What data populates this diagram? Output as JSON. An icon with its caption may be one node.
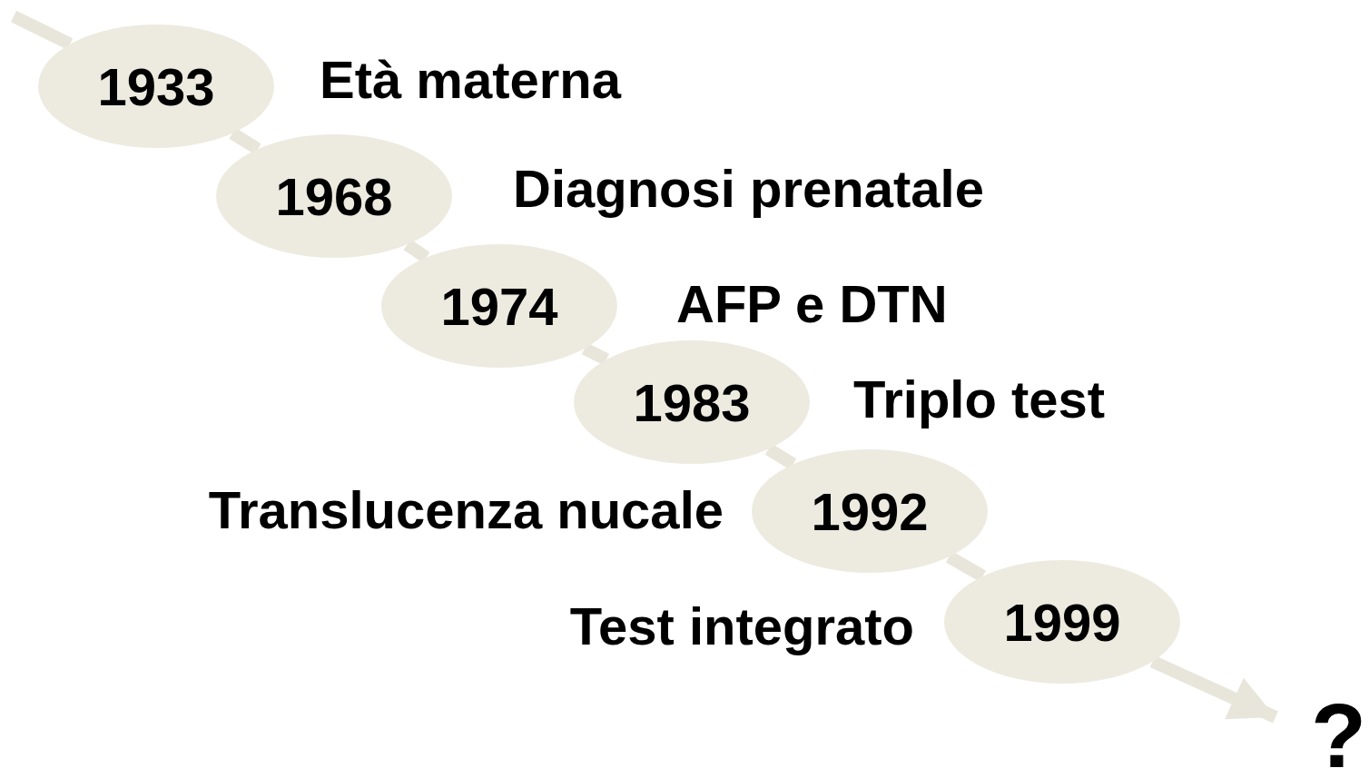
{
  "diagram": {
    "nodes": [
      {
        "text": [
          "1933"
        ]
      },
      {
        "text": [
          "1968"
        ]
      },
      {
        "text": [
          "1974"
        ]
      },
      {
        "text": [
          "1983"
        ]
      },
      {
        "text": [
          "1992"
        ]
      },
      {
        "text": [
          "1999"
        ]
      },
      {
        "text": [
          "?"
        ]
      }
    ],
    "edges": [
      {
        "from": null,
        "to": 0,
        "arrow": "none"
      },
      {
        "from": 0,
        "to": 1,
        "arrow": "none"
      },
      {
        "from": 1,
        "to": 2,
        "arrow": "none"
      },
      {
        "from": 2,
        "to": 3,
        "arrow": "none"
      },
      {
        "from": 3,
        "to": 4,
        "arrow": "none"
      },
      {
        "from": 4,
        "to": 5,
        "arrow": "none"
      },
      {
        "from": 5,
        "to": 6,
        "arrow": "to"
      }
    ],
    "labels": [
      "Età materna",
      "Diagnosi prenatale",
      "AFP e DTN",
      "Triplo test",
      "Translucenza nucale",
      "Test integrato"
    ]
  }
}
